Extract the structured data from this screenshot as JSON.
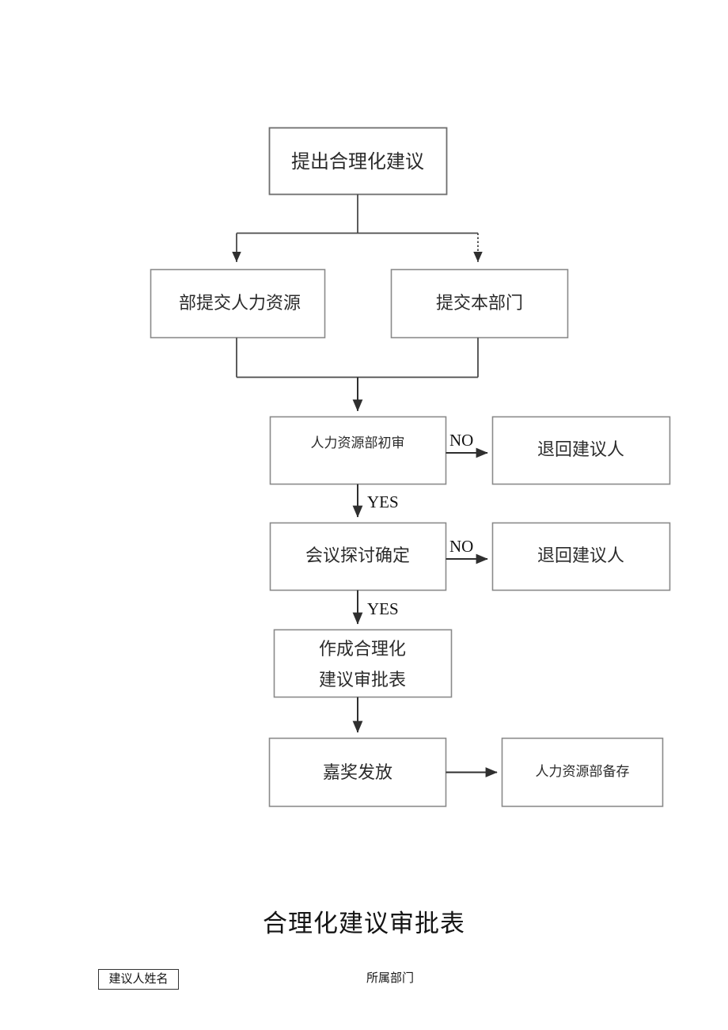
{
  "document": {
    "flowchart": {
      "nodes": [
        {
          "id": "n1",
          "label": "提出合理化建议"
        },
        {
          "id": "n2",
          "label": "部提交人力资源"
        },
        {
          "id": "n3",
          "label": "提交本部门"
        },
        {
          "id": "n4",
          "label": "人力资源部初审"
        },
        {
          "id": "n5",
          "label": "退回建议人"
        },
        {
          "id": "n6",
          "label": "会议探讨确定"
        },
        {
          "id": "n7",
          "label": "退回建议人"
        },
        {
          "id": "n8_line1",
          "label": "作成合理化"
        },
        {
          "id": "n8_line2",
          "label": "建议审批表"
        },
        {
          "id": "n9",
          "label": "嘉奖发放"
        },
        {
          "id": "n10",
          "label": "人力资源部备存"
        }
      ],
      "edge_labels": {
        "no_1": "NO",
        "no_2": "NO",
        "yes_1": "YES",
        "yes_2": "YES"
      },
      "colors": {
        "box_stroke": "#8a8a8a",
        "edge_stroke": "#2f2f2f",
        "text": "#2b2b2b",
        "background": "#ffffff"
      }
    },
    "form": {
      "title": "合理化建议审批表",
      "fields": [
        {
          "label": "建议人姓名",
          "bordered": true
        },
        {
          "label": "所属部门",
          "bordered": false
        }
      ]
    }
  }
}
